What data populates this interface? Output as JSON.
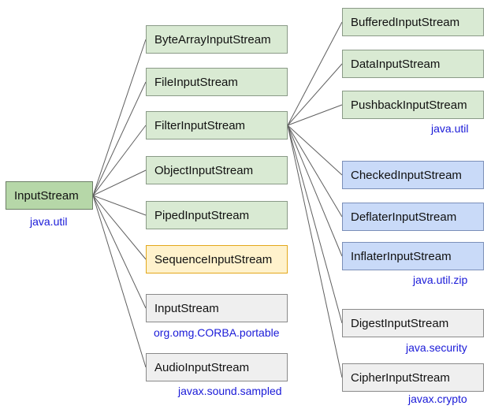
{
  "nodes": {
    "root": "InputStream",
    "byte_array": "ByteArrayInputStream",
    "file": "FileInputStream",
    "filter": "FilterInputStream",
    "object": "ObjectInputStream",
    "piped": "PipedInputStream",
    "sequence": "SequenceInputStream",
    "corba_input": "InputStream",
    "audio": "AudioInputStream",
    "buffered": "BufferedInputStream",
    "data": "DataInputStream",
    "pushback": "PushbackInputStream",
    "checked": "CheckedInputStream",
    "deflater": "DeflaterInputStream",
    "inflater": "InflaterInputStream",
    "digest": "DigestInputStream",
    "cipher": "CipherInputStream"
  },
  "packages": {
    "root": "java.util",
    "corba": "org.omg.CORBA.portable",
    "sound": "javax.sound.sampled",
    "util": "java.util",
    "zip": "java.util.zip",
    "security": "java.security",
    "crypto": "javax.crypto"
  },
  "colors": {
    "green_fill": "#d9ead3",
    "root_fill": "#b6d7a8",
    "yellow_fill": "#fff2cc",
    "yellow_border": "#e3a81c",
    "grey_fill": "#efefef",
    "blue_fill": "#c9daf8",
    "package_text": "#1a1ad8",
    "connector": "#5f5f5f"
  }
}
